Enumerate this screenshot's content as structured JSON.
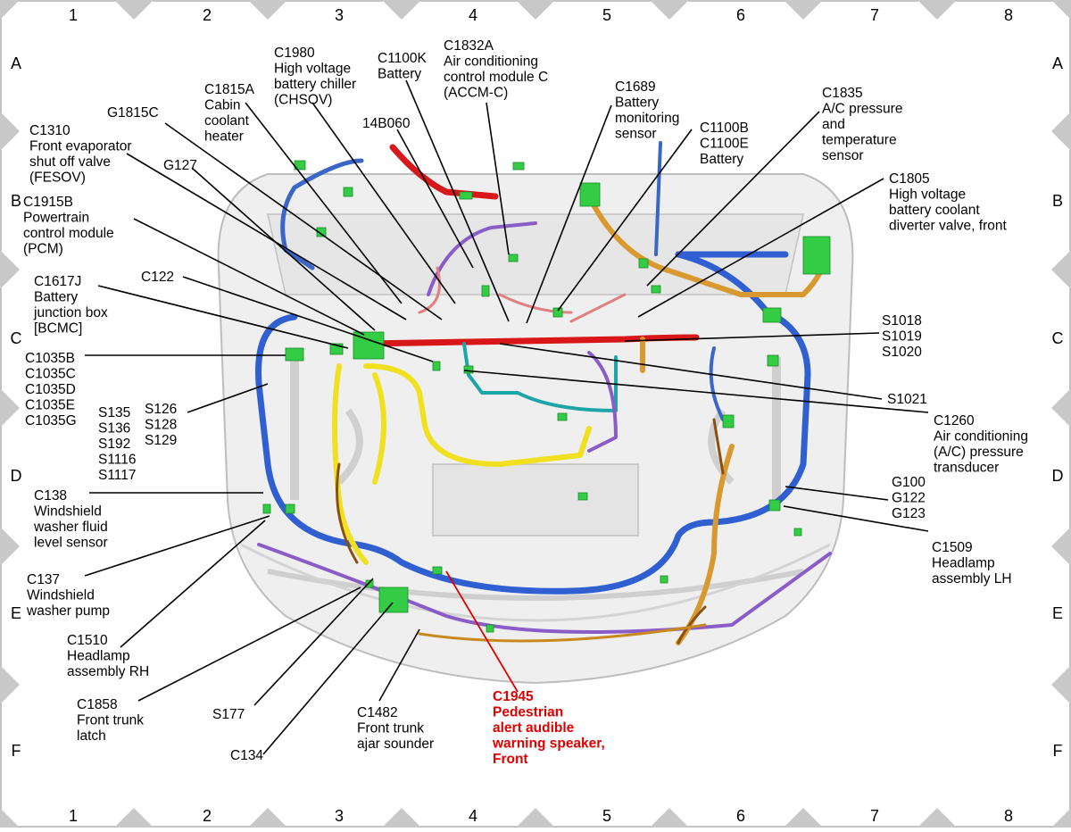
{
  "grid": {
    "columns": [
      "1",
      "2",
      "3",
      "4",
      "5",
      "6",
      "7",
      "8"
    ],
    "rows": [
      "A",
      "B",
      "C",
      "D",
      "E",
      "F"
    ]
  },
  "callouts": [
    {
      "id": "c1310",
      "lines": [
        "C1310",
        "Front evaporator",
        "shut off valve",
        "(FESOV)"
      ]
    },
    {
      "id": "c1915b",
      "lines": [
        "C1915B",
        "Powertrain",
        "control module",
        "(PCM)"
      ]
    },
    {
      "id": "c1617j",
      "lines": [
        "C1617J",
        "Battery",
        "junction box",
        "[BCMC]"
      ]
    },
    {
      "id": "c1035",
      "lines": [
        "C1035B",
        "C1035C",
        "C1035D",
        "C1035E",
        "C1035G"
      ]
    },
    {
      "id": "s135",
      "lines": [
        "S135",
        "S136",
        "S192",
        "S1116",
        "S1117"
      ]
    },
    {
      "id": "s126",
      "lines": [
        "S126",
        "S128",
        "S129"
      ]
    },
    {
      "id": "c138",
      "lines": [
        "C138",
        "Windshield",
        "washer fluid",
        "level sensor"
      ]
    },
    {
      "id": "c137",
      "lines": [
        "C137",
        "Windshield",
        "washer pump"
      ]
    },
    {
      "id": "c1510",
      "lines": [
        "C1510",
        "Headlamp",
        "assembly RH"
      ]
    },
    {
      "id": "c1858",
      "lines": [
        "C1858",
        "Front trunk",
        "latch"
      ]
    },
    {
      "id": "s177",
      "lines": [
        "S177"
      ]
    },
    {
      "id": "c134",
      "lines": [
        "C134"
      ]
    },
    {
      "id": "c1482",
      "lines": [
        "C1482",
        "Front trunk",
        "ajar sounder"
      ]
    },
    {
      "id": "c1945",
      "lines": [
        "C1945",
        "Pedestrian",
        "alert audible",
        "warning speaker,",
        "Front"
      ],
      "highlight": true
    },
    {
      "id": "g1815c",
      "lines": [
        "G1815C"
      ]
    },
    {
      "id": "g127",
      "lines": [
        "G127"
      ]
    },
    {
      "id": "c122",
      "lines": [
        "C122"
      ]
    },
    {
      "id": "c1815a",
      "lines": [
        "C1815A",
        "Cabin",
        "coolant",
        "heater"
      ]
    },
    {
      "id": "c1980",
      "lines": [
        "C1980",
        "High voltage",
        "battery chiller",
        "(CHSOV)"
      ]
    },
    {
      "id": "c1100k",
      "lines": [
        "C1100K",
        "Battery"
      ]
    },
    {
      "id": "c1832a",
      "lines": [
        "C1832A",
        "Air conditioning",
        "control module C",
        "(ACCM-C)"
      ]
    },
    {
      "id": "b14b060",
      "lines": [
        "14B060"
      ]
    },
    {
      "id": "c1689",
      "lines": [
        "C1689",
        "Battery",
        "monitoring",
        "sensor"
      ]
    },
    {
      "id": "c1100b",
      "lines": [
        "C1100B",
        "C1100E",
        "Battery"
      ]
    },
    {
      "id": "c1835",
      "lines": [
        "C1835",
        "A/C pressure",
        "and",
        "temperature",
        "sensor"
      ]
    },
    {
      "id": "c1805",
      "lines": [
        "C1805",
        "High voltage",
        "battery coolant",
        "diverter valve, front"
      ]
    },
    {
      "id": "s1018",
      "lines": [
        "S1018",
        "S1019",
        "S1020"
      ]
    },
    {
      "id": "s1021",
      "lines": [
        "S1021"
      ]
    },
    {
      "id": "c1260",
      "lines": [
        "C1260",
        "Air conditioning",
        "(A/C) pressure",
        "transducer"
      ]
    },
    {
      "id": "g100",
      "lines": [
        "G100",
        "G122",
        "G123"
      ]
    },
    {
      "id": "c1509",
      "lines": [
        "C1509",
        "Headlamp",
        "assembly LH"
      ]
    }
  ],
  "colors": {
    "highlight": "#e00000",
    "grid_marker": "#c8c8c8",
    "harness_blue": "#2f5fd0",
    "harness_yellow": "#f0e020",
    "harness_red": "#d81818",
    "harness_purple": "#8a5cc8",
    "harness_orange": "#d89a30",
    "harness_teal": "#1ca5a8",
    "connector_green": "#33cc44"
  }
}
